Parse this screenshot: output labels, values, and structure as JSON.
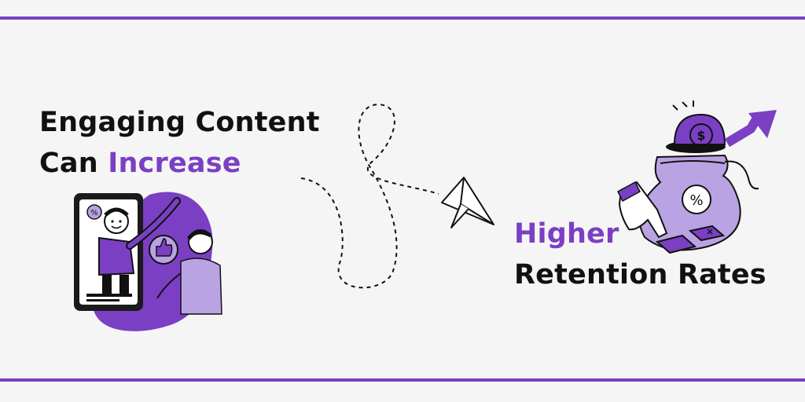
{
  "left_headline": {
    "line1": "Engaging Content",
    "line2_prefix": "Can ",
    "line2_accent": "Increase"
  },
  "right_headline": {
    "line1_accent": "Higher",
    "line2": "Retention Rates"
  },
  "icons": {
    "left_illustration": "phone-video-icon",
    "connector": "dashed-flight-path-icon",
    "plane": "paper-plane-icon",
    "right_illustration": "money-bag-growth-icon",
    "phone_badge": "%",
    "bag_badge": "%",
    "coin_symbol": "$"
  },
  "colors": {
    "accent": "#7b3fc4",
    "accent_light": "#b9a3e3",
    "text": "#111111",
    "background": "#f5f5f5"
  }
}
